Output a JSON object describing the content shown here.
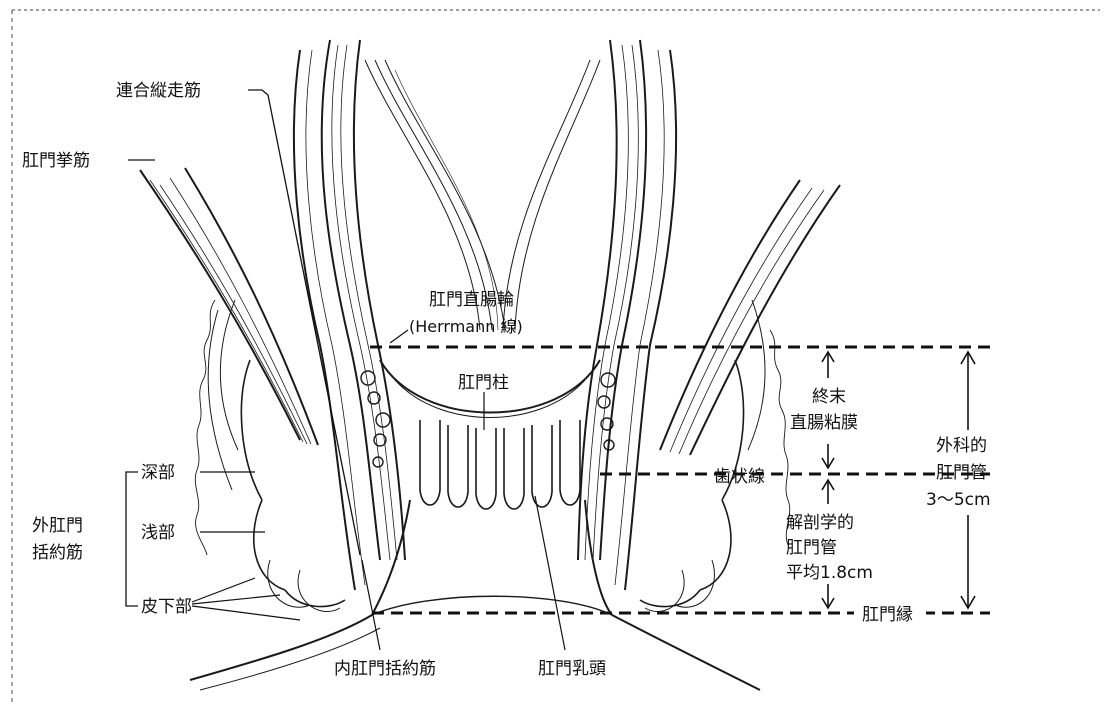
{
  "labels": {
    "rengo": "連合縦走筋",
    "kyokin": "肛門挙筋",
    "chokucho_ring_1": "肛門直腸輪",
    "chokucho_ring_2": "(Herrmann 線)",
    "anal_columns": "肛門柱",
    "terminal_mucosa_1": "終末",
    "terminal_mucosa_2": "直腸粘膜",
    "dentate_line": "歯状線",
    "surgical_canal_1": "外科的",
    "surgical_canal_2": "肛門管",
    "surgical_canal_3": "3〜5cm",
    "anatomical_canal_1": "解剖学的",
    "anatomical_canal_2": "肛門管",
    "anatomical_canal_3": "平均1.8cm",
    "anal_verge": "肛門縁",
    "deep": "深部",
    "superficial": "浅部",
    "subcutaneous": "皮下部",
    "external_sphincter_1": "外肛門",
    "external_sphincter_2": "括約筋",
    "internal_sphincter": "内肛門括約筋",
    "anal_papilla": "肛門乳頭"
  },
  "colors": {
    "ink": "#1a1a1a",
    "paper": "#ffffff"
  }
}
